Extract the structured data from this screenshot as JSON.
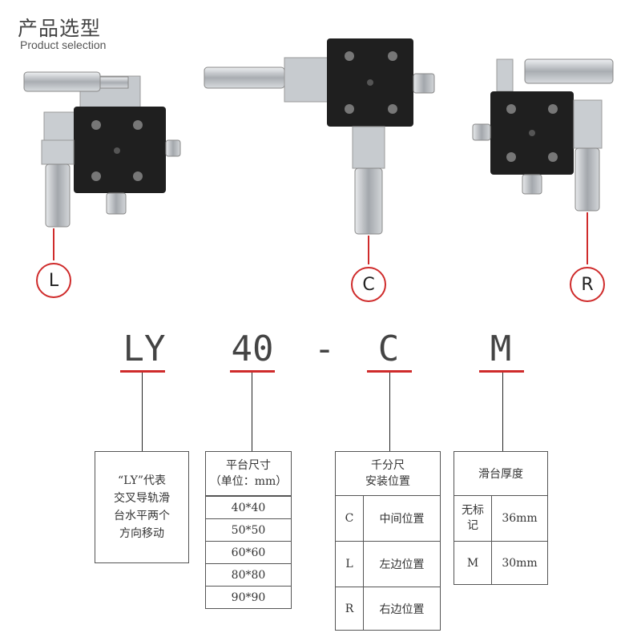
{
  "header": {
    "title_cn": "产品选型",
    "title_en": "Product selection"
  },
  "variants": [
    {
      "letter": "L"
    },
    {
      "letter": "C"
    },
    {
      "letter": "R"
    }
  ],
  "code": {
    "series": "LY",
    "size": "40",
    "dash": "-",
    "position": "C",
    "thickness": "M"
  },
  "series_box": {
    "text": "“LY”代表\n交叉导轨滑\n台水平两个\n方向移动"
  },
  "size_box": {
    "header": "平台尺寸\n（单位：mm）",
    "options": [
      "40*40",
      "50*50",
      "60*60",
      "80*80",
      "90*90"
    ]
  },
  "position_box": {
    "header": "千分尺\n安装位置",
    "rows": [
      {
        "code": "C",
        "label": "中间位置"
      },
      {
        "code": "L",
        "label": "左边位置"
      },
      {
        "code": "R",
        "label": "右边位置"
      }
    ]
  },
  "thickness_box": {
    "header": "滑台厚度",
    "rows": [
      {
        "code": "无标\n记",
        "label": "36mm"
      },
      {
        "code": "M",
        "label": "30mm"
      }
    ]
  },
  "colors": {
    "accent": "#cf2b2b",
    "stage": "#1c1c1c",
    "metal": "#b9bdc2"
  }
}
